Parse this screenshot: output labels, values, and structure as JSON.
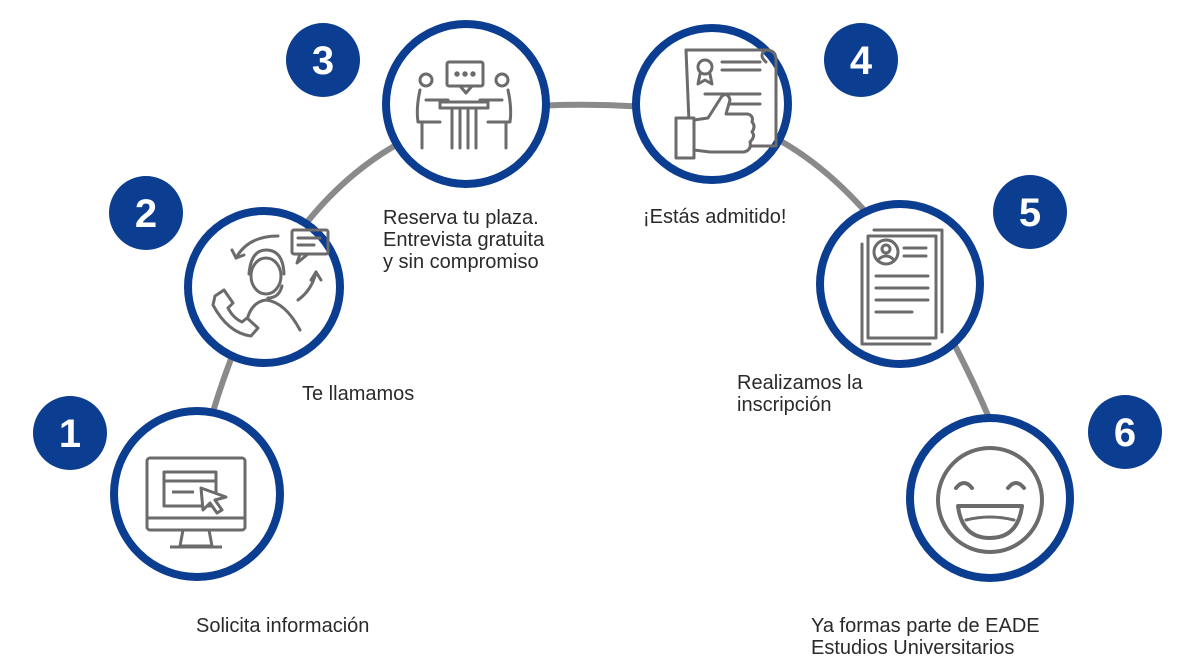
{
  "steps": [
    {
      "number": "1",
      "label": "Solicita información",
      "icon": "computer-cursor-icon"
    },
    {
      "number": "2",
      "label": "Te llamamos",
      "icon": "call-center-agent-icon"
    },
    {
      "number": "3",
      "label": "Reserva tu plaza.\nEntrevista gratuita\ny sin compromiso",
      "icon": "meeting-interview-icon"
    },
    {
      "number": "4",
      "label": "¡Estás admitido!",
      "icon": "certificate-thumbs-up-icon"
    },
    {
      "number": "5",
      "label": "Realizamos la\ninscripción",
      "icon": "enrollment-document-icon"
    },
    {
      "number": "6",
      "label": "Ya formas parte de EADE\nEstudios Universitarios",
      "icon": "smiley-face-icon"
    }
  ],
  "colors": {
    "accent": "#0b3d91",
    "arc": "#8a8a8a",
    "icon": "#6b6b6b",
    "text": "#2a2a2a"
  }
}
